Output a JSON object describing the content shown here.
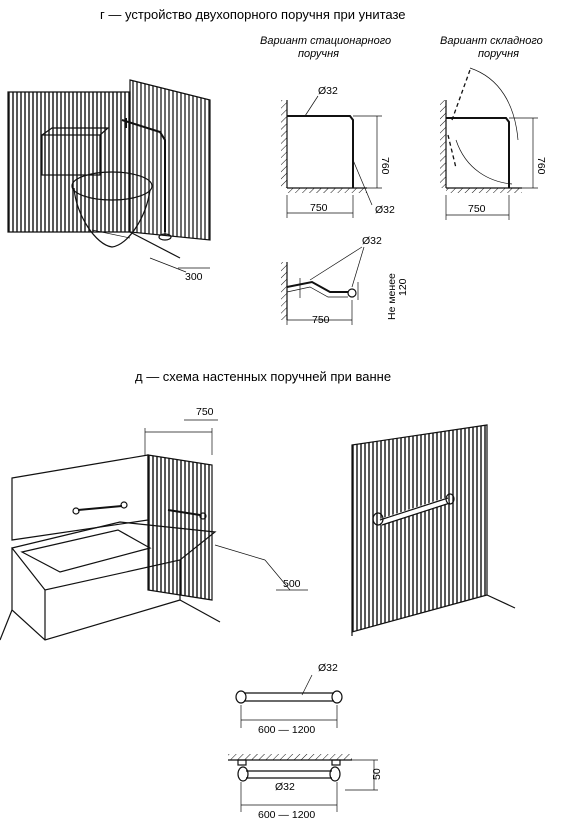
{
  "section_g": {
    "title": "г — устройство двухопорного поручня при унитазе",
    "variant_stationary": [
      "Вариант стационарного",
      "поручня"
    ],
    "variant_folding": [
      "Вариант складного",
      "поручня"
    ],
    "dim_300": "300",
    "dim_d32_a": "Ø32",
    "dim_760_a": "760",
    "dim_750_a": "750",
    "dim_d32_b": "Ø32",
    "dim_760_b": "760",
    "dim_750_b": "750",
    "dim_d32_c": "Ø32",
    "dim_not_less": "Не менее",
    "dim_120": "120",
    "dim_750_c": "750"
  },
  "section_d": {
    "title": "д — схема настенных поручней при ванне",
    "dim_750": "750",
    "dim_500": "500",
    "dim_d32_a": "Ø32",
    "dim_range_a": "600 — 1200",
    "dim_d32_b": "Ø32",
    "dim_50": "50",
    "dim_range_b": "600 — 1200"
  }
}
